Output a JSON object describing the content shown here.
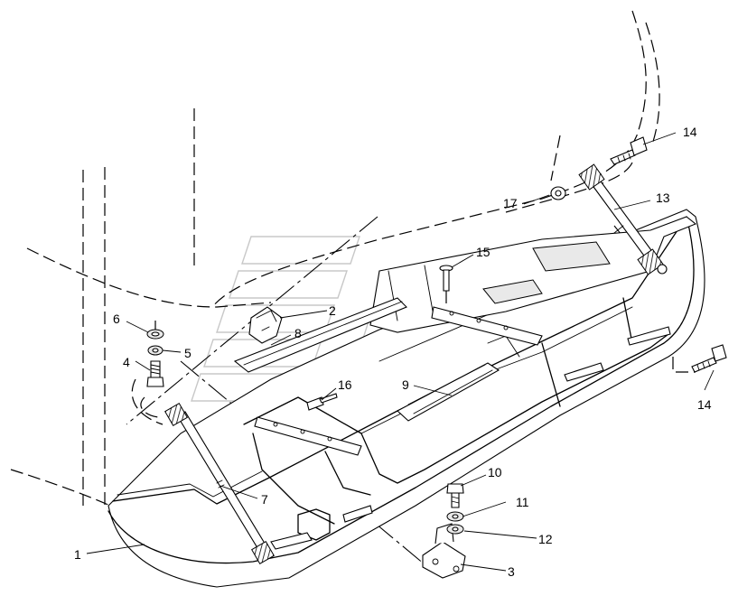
{
  "callouts": [
    {
      "id": "c1",
      "text": "1"
    },
    {
      "id": "c2",
      "text": "2"
    },
    {
      "id": "c3",
      "text": "3"
    },
    {
      "id": "c4",
      "text": "4"
    },
    {
      "id": "c5",
      "text": "5"
    },
    {
      "id": "c6",
      "text": "6"
    },
    {
      "id": "c7",
      "text": "7"
    },
    {
      "id": "c8",
      "text": "8"
    },
    {
      "id": "c9",
      "text": "9"
    },
    {
      "id": "c10",
      "text": "10"
    },
    {
      "id": "c11",
      "text": "11"
    },
    {
      "id": "c12",
      "text": "12"
    },
    {
      "id": "c13",
      "text": "13"
    },
    {
      "id": "c14a",
      "text": "14"
    },
    {
      "id": "c14b",
      "text": "14"
    },
    {
      "id": "c15",
      "text": "15"
    },
    {
      "id": "c16",
      "text": "16"
    },
    {
      "id": "c17",
      "text": "17"
    }
  ]
}
